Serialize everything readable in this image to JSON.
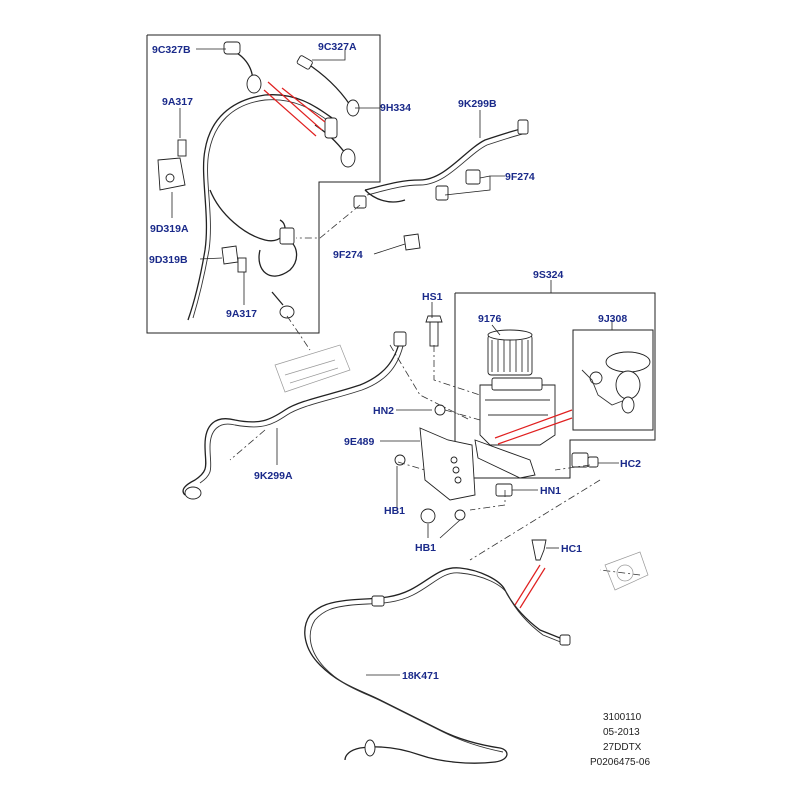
{
  "callouts": {
    "c9C327B": "9C327B",
    "c9C327A": "9C327A",
    "c9A317_top": "9A317",
    "c9H334": "9H334",
    "c9K299B": "9K299B",
    "c9F274_a": "9F274",
    "c9D319A": "9D319A",
    "c9D319B": "9D319B",
    "c9F274_b": "9F274",
    "c9A317_bottom": "9A317",
    "c9S324": "9S324",
    "cHS1": "HS1",
    "c9176": "9176",
    "c9J308": "9J308",
    "cHN2": "HN2",
    "c9E489": "9E489",
    "cHC2": "HC2",
    "c9K299A": "9K299A",
    "cHN1": "HN1",
    "cHB1_a": "HB1",
    "cHB1_b": "HB1",
    "cHC1": "HC1",
    "c18K471": "18K471"
  },
  "footer": {
    "line1": "3100110",
    "line2": "05-2013",
    "line3": "27DDTX",
    "line4": "P0206475-06"
  },
  "colors": {
    "callout_text": "#1a2a8a",
    "line": "#222222",
    "highlight": "#e02020"
  }
}
